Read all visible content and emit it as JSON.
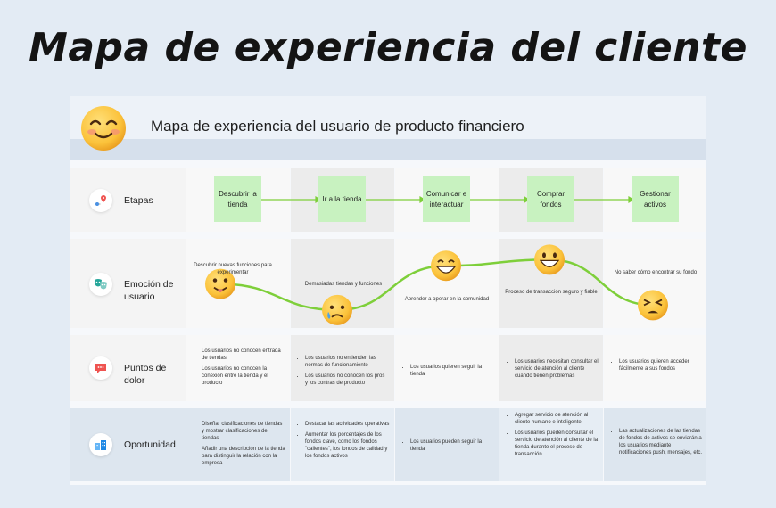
{
  "title": "Mapa de experiencia del cliente",
  "subtitle": "Mapa de experiencia del usuario de producto financiero",
  "rows": {
    "etapas": "Etapas",
    "emocion": "Emoción de usuario",
    "puntos": "Puntos de dolor",
    "oportunidad": "Oportunidad"
  },
  "stages": [
    "Descubrir la tienda",
    "Ir a la tienda",
    "Comunicar e interactuar",
    "Comprar fondos",
    "Gestionar activos"
  ],
  "emotions": [
    "Descubrir nuevas funciones para experimentar",
    "Demasiadas tiendas y funciones",
    "Aprender a operar en la comunidad",
    "Proceso de transacción seguro y fiable",
    "No saber cómo encontrar su fondo"
  ],
  "pain_points": [
    [
      "Los usuarios no conocen entrada de tiendas",
      "Los usuarios no conocen la conexión entre la tienda y el producto"
    ],
    [
      "Los usuarios no entienden las normas de funcionamiento",
      "Los usuarios no conocen los pros y los contras de producto"
    ],
    [
      "Los usuarios quieren seguir la tienda"
    ],
    [
      "Los usuarios necesitan consultar el servicio de atención al cliente cuando tienen problemas"
    ],
    [
      "Los usuarios quieren acceder fácilmente a sus fondos"
    ]
  ],
  "opportunities": [
    [
      "Diseñar clasificaciones de tiendas y mostrar clasificaciones de tiendas",
      "Añadir una descripción de la tienda para distinguir la relación con la empresa"
    ],
    [
      "Destacar las actividades operativas",
      "Aumentar los porcentajes de los fondos clave, como los fondos \"calientes\", los fondos de calidad y los fondos activos"
    ],
    [
      "Los usuarios pueden seguir la tienda"
    ],
    [
      "Agregar servicio de atención al cliente humano e inteligente",
      "Los usuarios pueden consultar el servicio de atención al cliente de la tienda durante el proceso de transacción"
    ],
    [
      "Las actualizaciones de las tiendas de fondos de activos se enviarán a los usuarios mediante notificaciones push, mensajes, etc."
    ]
  ],
  "emotion_levels": [
    0.55,
    0.12,
    0.85,
    0.95,
    0.2
  ],
  "emotion_faces": [
    "tongue",
    "sad",
    "grin",
    "grin-big",
    "tired"
  ],
  "colors": {
    "stage_box": "#c8f2c0",
    "line": "#7ecf3a",
    "face": "#fbc23a",
    "header_band": "#d6e0ec"
  },
  "icons": [
    "map-pin-icon",
    "theater-masks-icon",
    "chat-bubble-icon",
    "buildings-icon"
  ]
}
